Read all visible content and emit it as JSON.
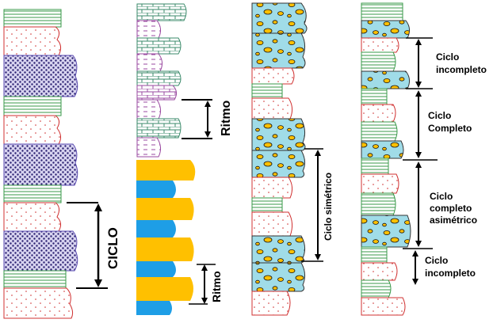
{
  "labels": {
    "ciclo": "CICLO",
    "ritmo_top": "Ritmo",
    "ritmo_bottom": "Ritmo",
    "ciclo_simetrico": "Ciclo simétrico",
    "ciclo_incompleto_top_1": "Ciclo",
    "ciclo_incompleto_top_2": "incompleto",
    "ciclo_completo_1": "Ciclo",
    "ciclo_completo_2": "Completo",
    "ciclo_asim_1": "Ciclo",
    "ciclo_asim_2": "completo",
    "ciclo_asim_3": "asimétrico",
    "ciclo_incompleto_bot_1": "Ciclo",
    "ciclo_incompleto_bot_2": "incompleto"
  },
  "colors": {
    "green_line": "#3a9a4a",
    "red_dot": "#d03030",
    "purple_dense": "#4a3aa0",
    "purple_brick": "#8a4aaa",
    "cyan": "#a0dce8",
    "yellow": "#ffc000",
    "blue": "#1e9ee6"
  }
}
